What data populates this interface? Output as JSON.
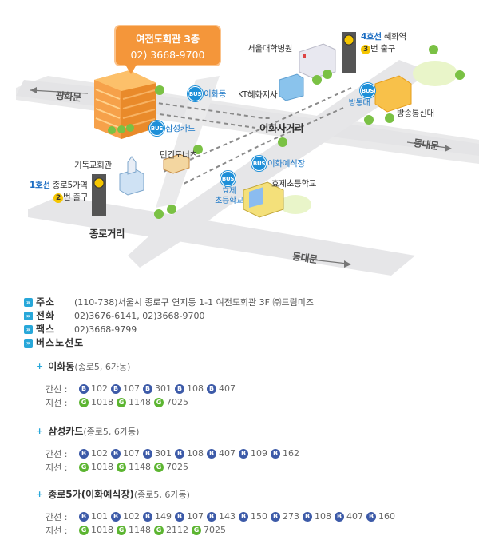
{
  "map": {
    "callout": {
      "title": "여전도회관 3층",
      "phone": "02) 3668-9700"
    },
    "roads": {
      "gwanghwamun": "광화문",
      "dongdaemun_top": "동대문",
      "dongdaemun_bottom": "동대문",
      "ihwa_junction": "이화사거리",
      "jongno_junction": "종로거리"
    },
    "places": {
      "snuh": "서울대학병원",
      "kt": "KT혜화지사",
      "knou": "방송통신대",
      "dunkin": "던킨도너츠",
      "church": "기독교회관",
      "hyoje_school": "효제초등학교"
    },
    "bus_stops": {
      "ihwadong": "이화동",
      "samsungcard": "삼성카드",
      "ihwa_hall": "이화예식장",
      "bangtongdae": "방통대",
      "hyoje": "효제\n초등학교"
    },
    "bus_icon": "BUS",
    "subway_line4": {
      "line": "4호선",
      "station": "혜화역",
      "exit_num": "3",
      "exit_label": "번 출구"
    },
    "subway_line1": {
      "line": "1호선",
      "station": "종로5가역",
      "exit_num": "2",
      "exit_label": "번 출구"
    },
    "colors": {
      "callout": "#f4963a",
      "bus": "#1d8fd8",
      "trunk": "#3c5aa8",
      "branch": "#5cb531"
    }
  },
  "info": {
    "address_label": "주소",
    "address": "(110-738)서울시 종로구 연지동 1-1 여전도회관 3F ㈜드림미즈",
    "phone_label": "전화",
    "phone": "02)3676-6141, 02)3668-9700",
    "fax_label": "팩스",
    "fax": "02)3668-9799",
    "bus_label": "버스노선도"
  },
  "stops": [
    {
      "name": "이화동",
      "range": "(종로5, 6가동)",
      "trunk_label": "간선 :",
      "trunk": [
        "102",
        "107",
        "301",
        "108",
        "407"
      ],
      "branch_label": "지선 :",
      "branch": [
        "1018",
        "1148",
        "7025"
      ]
    },
    {
      "name": "삼성카드",
      "range": "(종로5, 6가동)",
      "trunk_label": "간선 :",
      "trunk": [
        "102",
        "107",
        "301",
        "108",
        "407",
        "109",
        "162"
      ],
      "branch_label": "지선 :",
      "branch": [
        "1018",
        "1148",
        "7025"
      ]
    },
    {
      "name": "종로5가(이화예식장)",
      "range": "(종로5, 6가동)",
      "trunk_label": "간선 :",
      "trunk": [
        "101",
        "102",
        "149",
        "107",
        "143",
        "150",
        "273",
        "108",
        "407",
        "160"
      ],
      "branch_label": "지선 :",
      "branch": [
        "1018",
        "1148",
        "2112",
        "7025"
      ]
    }
  ],
  "route_marks": {
    "trunk": "B",
    "branch": "G"
  }
}
